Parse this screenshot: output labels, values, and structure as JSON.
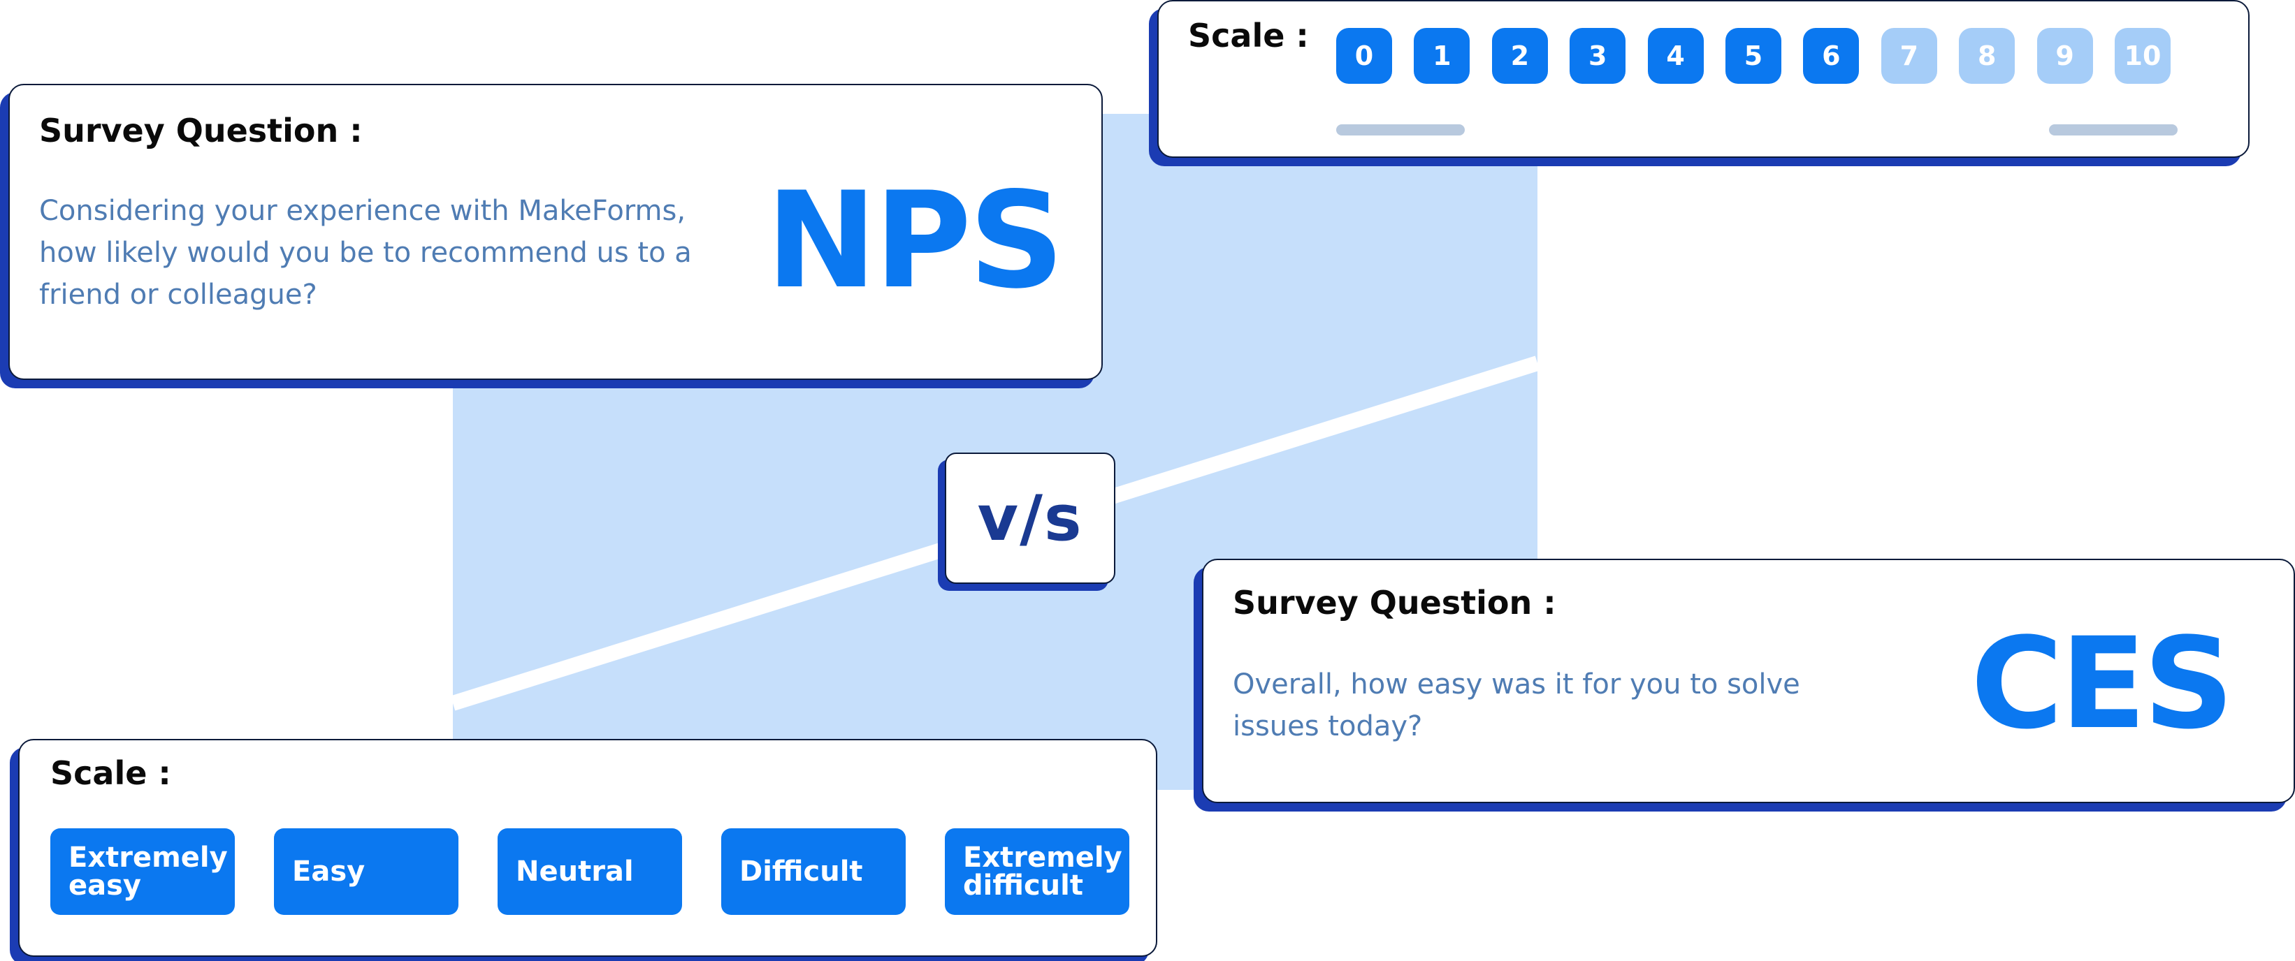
{
  "nps": {
    "heading": "Survey Question :",
    "question": "Considering your experience with MakeForms, how likely would you be to recommend us to a friend or colleague?",
    "acronym": "NPS"
  },
  "nps_scale": {
    "heading": "Scale :",
    "values": [
      "0",
      "1",
      "2",
      "3",
      "4",
      "5",
      "6",
      "7",
      "8",
      "9",
      "10"
    ],
    "active_count": 7
  },
  "vs_label": "v/s",
  "ces": {
    "heading": "Survey Question :",
    "question": "Overall, how easy was it for you to solve issues today?",
    "acronym": "CES"
  },
  "ces_scale": {
    "heading": "Scale :",
    "options": [
      "Extremely easy",
      "Easy",
      "Neutral",
      "Difficult",
      "Extremely difficult"
    ]
  },
  "colors": {
    "accent": "#0b78f0",
    "accent_light": "#a5cdf8",
    "shadow": "#1b3cb3",
    "background_square": "#c6dffb",
    "question_text": "#4f7cb3",
    "vs_text": "#1a3a92"
  }
}
